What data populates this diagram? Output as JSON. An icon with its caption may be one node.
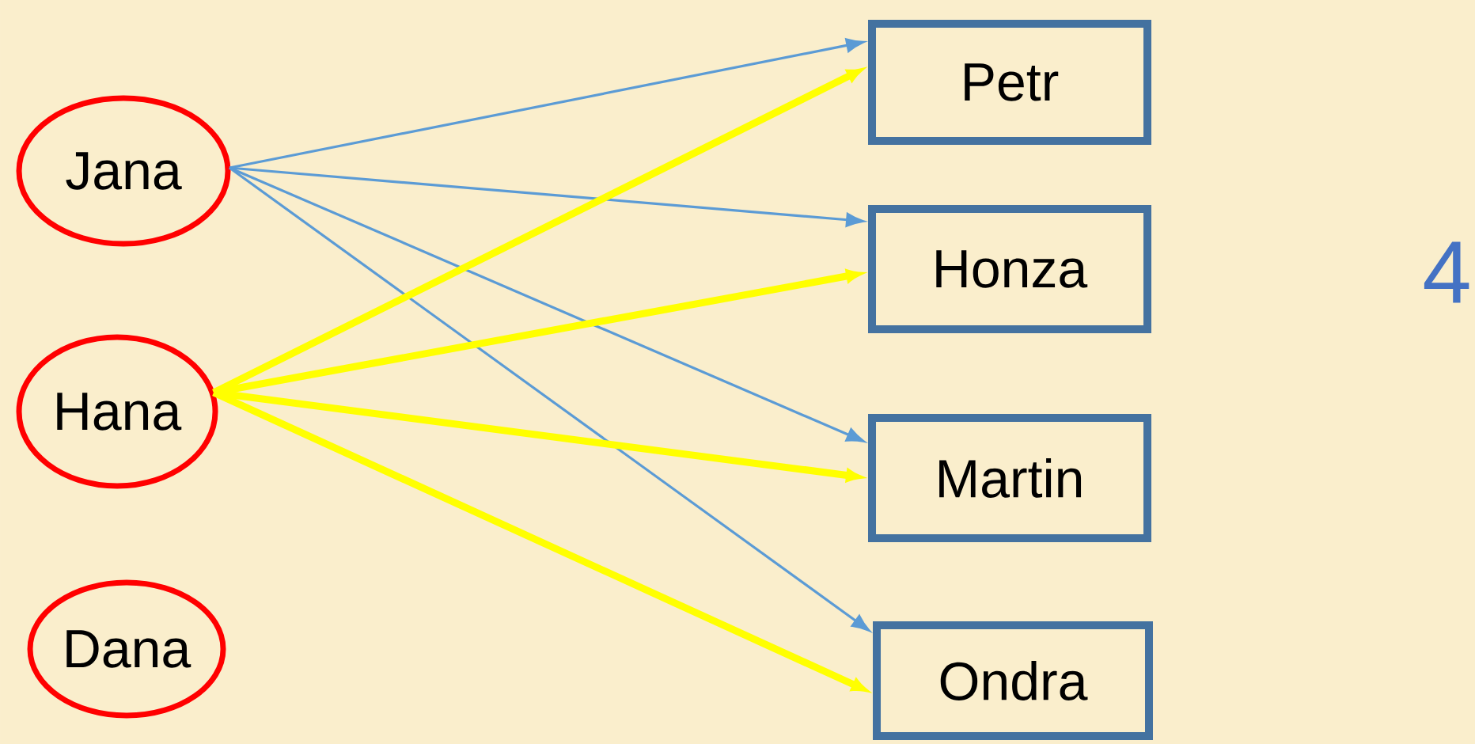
{
  "diagram": {
    "nodes": [
      {
        "text": [
          "Jana"
        ]
      },
      {
        "text": [
          "Hana"
        ]
      },
      {
        "text": [
          "Dana"
        ]
      },
      {
        "text": [
          "Petr"
        ]
      },
      {
        "text": [
          "Honza"
        ]
      },
      {
        "text": [
          "Martin"
        ]
      },
      {
        "text": [
          "Ondra"
        ]
      }
    ],
    "edges": [
      {
        "from": 0,
        "to": 3,
        "arrow": "to"
      },
      {
        "from": 0,
        "to": 4,
        "arrow": "to"
      },
      {
        "from": 0,
        "to": 5,
        "arrow": "to"
      },
      {
        "from": 0,
        "to": 6,
        "arrow": "to"
      },
      {
        "from": 1,
        "to": 3,
        "arrow": "to",
        "style": "thick",
        "color": "#ffff00"
      },
      {
        "from": 1,
        "to": 4,
        "arrow": "to",
        "style": "thick",
        "color": "#ffff00"
      },
      {
        "from": 1,
        "to": 5,
        "arrow": "to",
        "style": "thick",
        "color": "#ffff00"
      },
      {
        "from": 1,
        "to": 6,
        "arrow": "to",
        "style": "thick",
        "color": "#ffff00"
      }
    ],
    "labels": [
      "4"
    ]
  }
}
